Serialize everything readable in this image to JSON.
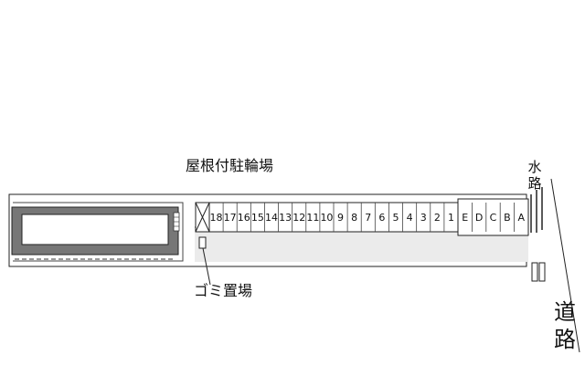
{
  "labels": {
    "roofed_bicycle_parking": "屋根付駐輪場",
    "garbage_area": "ゴミ置場",
    "waterway": "水路",
    "road": "道路"
  },
  "bicycle_slots": [
    "18",
    "17",
    "16",
    "15",
    "14",
    "13",
    "12",
    "11",
    "10",
    "9",
    "8",
    "7",
    "6",
    "5",
    "4",
    "3",
    "2",
    "1"
  ],
  "motorbike_slots": [
    "E",
    "D",
    "C",
    "B",
    "A"
  ],
  "colors": {
    "line": "#222222",
    "driveway": "#ebebeb",
    "building_fill": "#777777"
  }
}
